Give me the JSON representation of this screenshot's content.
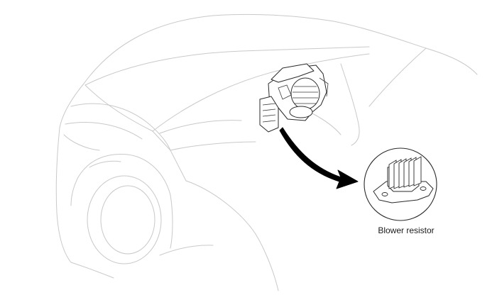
{
  "diagram": {
    "callout": {
      "label": "Blower resistor"
    },
    "arrow_color": "#000000",
    "line_color": "#c9c9c9",
    "icons": [
      "vehicle-outline",
      "blower-unit",
      "leader-arrow",
      "blower-resistor-part"
    ]
  }
}
